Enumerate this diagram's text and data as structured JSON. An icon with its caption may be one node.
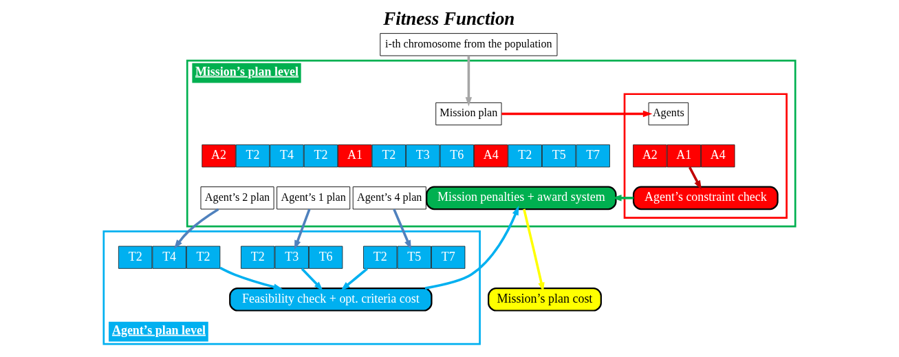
{
  "diagram": {
    "title": "Fitness Function",
    "nodes": [
      {
        "text": [
          "i-th chromosome from the population"
        ]
      },
      {
        "text": [
          "Mission’s plan level"
        ]
      },
      {
        "text": [
          "Mission plan"
        ],
        "in": 1
      },
      {
        "text": [
          "A2"
        ],
        "in": 1
      },
      {
        "text": [
          "T2"
        ],
        "in": 1
      },
      {
        "text": [
          "T4"
        ],
        "in": 1
      },
      {
        "text": [
          "T2"
        ],
        "in": 1
      },
      {
        "text": [
          "A1"
        ],
        "in": 1
      },
      {
        "text": [
          "T2"
        ],
        "in": 1
      },
      {
        "text": [
          "T3"
        ],
        "in": 1
      },
      {
        "text": [
          "T6"
        ],
        "in": 1
      },
      {
        "text": [
          "A4"
        ],
        "in": 1
      },
      {
        "text": [
          "T2"
        ],
        "in": 1
      },
      {
        "text": [
          "T5"
        ],
        "in": 1
      },
      {
        "text": [
          "T7"
        ],
        "in": 1
      },
      {
        "text": [
          "Agent’s 2 plan"
        ],
        "in": 1
      },
      {
        "text": [
          "Agent’s 1 plan"
        ],
        "in": 1
      },
      {
        "text": [
          "Agent’s 4 plan"
        ],
        "in": 1
      },
      {
        "text": [],
        "shape": "box",
        "in": 1
      },
      {
        "text": [
          "Agents"
        ],
        "in": 18
      },
      {
        "text": [
          "A2"
        ],
        "in": 18
      },
      {
        "text": [
          "A1"
        ],
        "in": 18
      },
      {
        "text": [
          "A4"
        ],
        "in": 18
      },
      {
        "text": [
          "Agent’s constraint check"
        ],
        "in": 18
      },
      {
        "text": [
          "Mission penalties + award system"
        ],
        "in": 1
      },
      {
        "text": [
          "Agent’s plan level"
        ]
      },
      {
        "text": [
          "T2"
        ],
        "in": 25
      },
      {
        "text": [
          "T4"
        ],
        "in": 25
      },
      {
        "text": [
          "T2"
        ],
        "in": 25
      },
      {
        "text": [
          "T2"
        ],
        "in": 25
      },
      {
        "text": [
          "T3"
        ],
        "in": 25
      },
      {
        "text": [
          "T6"
        ],
        "in": 25
      },
      {
        "text": [
          "T2"
        ],
        "in": 25
      },
      {
        "text": [
          "T5"
        ],
        "in": 25
      },
      {
        "text": [
          "T7"
        ],
        "in": 25
      },
      {
        "text": [
          "Feasibility check + opt. criteria cost"
        ],
        "in": 25
      },
      {
        "text": [
          "Mission’s plan cost"
        ]
      }
    ],
    "edges": [
      {
        "from": 0,
        "to": 2,
        "arrow": "to",
        "color": "#a6a6a6"
      },
      {
        "from": 2,
        "to": 19,
        "arrow": "to",
        "color": "#ff0000"
      },
      {
        "from": 21,
        "to": 23,
        "arrow": "to",
        "color": "#c00000"
      },
      {
        "from": 23,
        "to": 24,
        "arrow": "to",
        "color": "#00b050"
      },
      {
        "from": 24,
        "to": 36,
        "arrow": "to",
        "color": "#ffff00"
      },
      {
        "from": 15,
        "to": 27,
        "arrow": "to",
        "color": "#4f81bd"
      },
      {
        "from": 16,
        "to": 30,
        "arrow": "to",
        "color": "#4f81bd"
      },
      {
        "from": 17,
        "to": 33,
        "arrow": "to",
        "color": "#4f81bd"
      },
      {
        "from": 28,
        "to": 35,
        "arrow": "to",
        "color": "#00b0f0"
      },
      {
        "from": 30,
        "to": 35,
        "arrow": "to",
        "color": "#00b0f0"
      },
      {
        "from": 32,
        "to": 35,
        "arrow": "to",
        "color": "#00b0f0"
      },
      {
        "from": 35,
        "to": 24,
        "arrow": "to",
        "color": "#00b0f0"
      }
    ]
  }
}
